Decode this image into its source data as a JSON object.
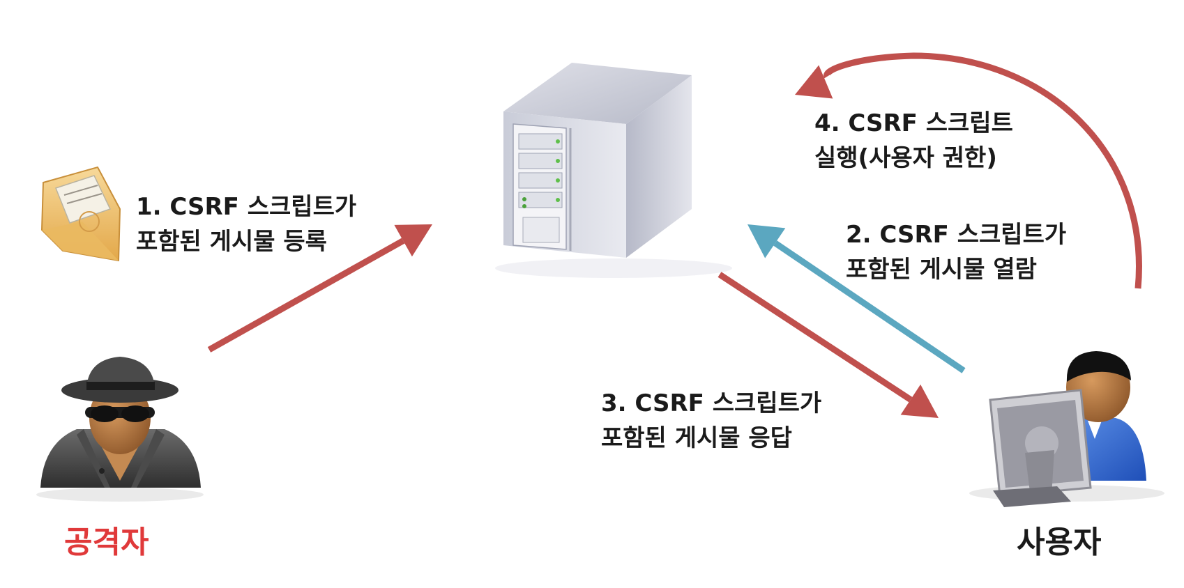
{
  "attacker": {
    "label": "공격자",
    "label_color": "#e0393a"
  },
  "user": {
    "label": "사용자",
    "label_color": "#1a1a1a"
  },
  "steps": [
    {
      "line1": "1. CSRF 스크립트가",
      "line2": "포함된 게시물 등록"
    },
    {
      "line1": "2. CSRF 스크립트가",
      "line2": "포함된 게시물 열람"
    },
    {
      "line1": "3. CSRF 스크립트가",
      "line2": "포함된 게시물 응답"
    },
    {
      "line1": "4. CSRF 스크립트",
      "line2": "실행(사용자 권한)"
    }
  ],
  "colors": {
    "red_arrow": "#c0504d",
    "blue_arrow": "#5ba7c0"
  },
  "icons": [
    "envelope-icon",
    "server-icon",
    "attacker-icon",
    "user-computer-icon"
  ]
}
